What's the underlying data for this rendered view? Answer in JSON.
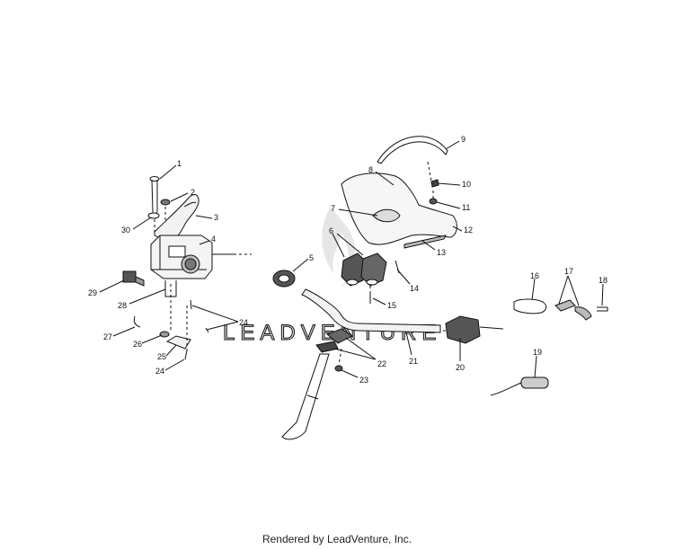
{
  "footer": {
    "text": "Rendered by LeadVenture, Inc."
  },
  "watermark": {
    "text": "LEADVENTURE",
    "color": "#d9d9d9"
  },
  "callouts": [
    "1",
    "2",
    "3",
    "4",
    "5",
    "6",
    "7",
    "8",
    "9",
    "10",
    "11",
    "12",
    "13",
    "14",
    "15",
    "16",
    "17",
    "18",
    "19",
    "20",
    "21",
    "22",
    "23",
    "24",
    "24",
    "25",
    "26",
    "27",
    "28",
    "29",
    "30"
  ]
}
